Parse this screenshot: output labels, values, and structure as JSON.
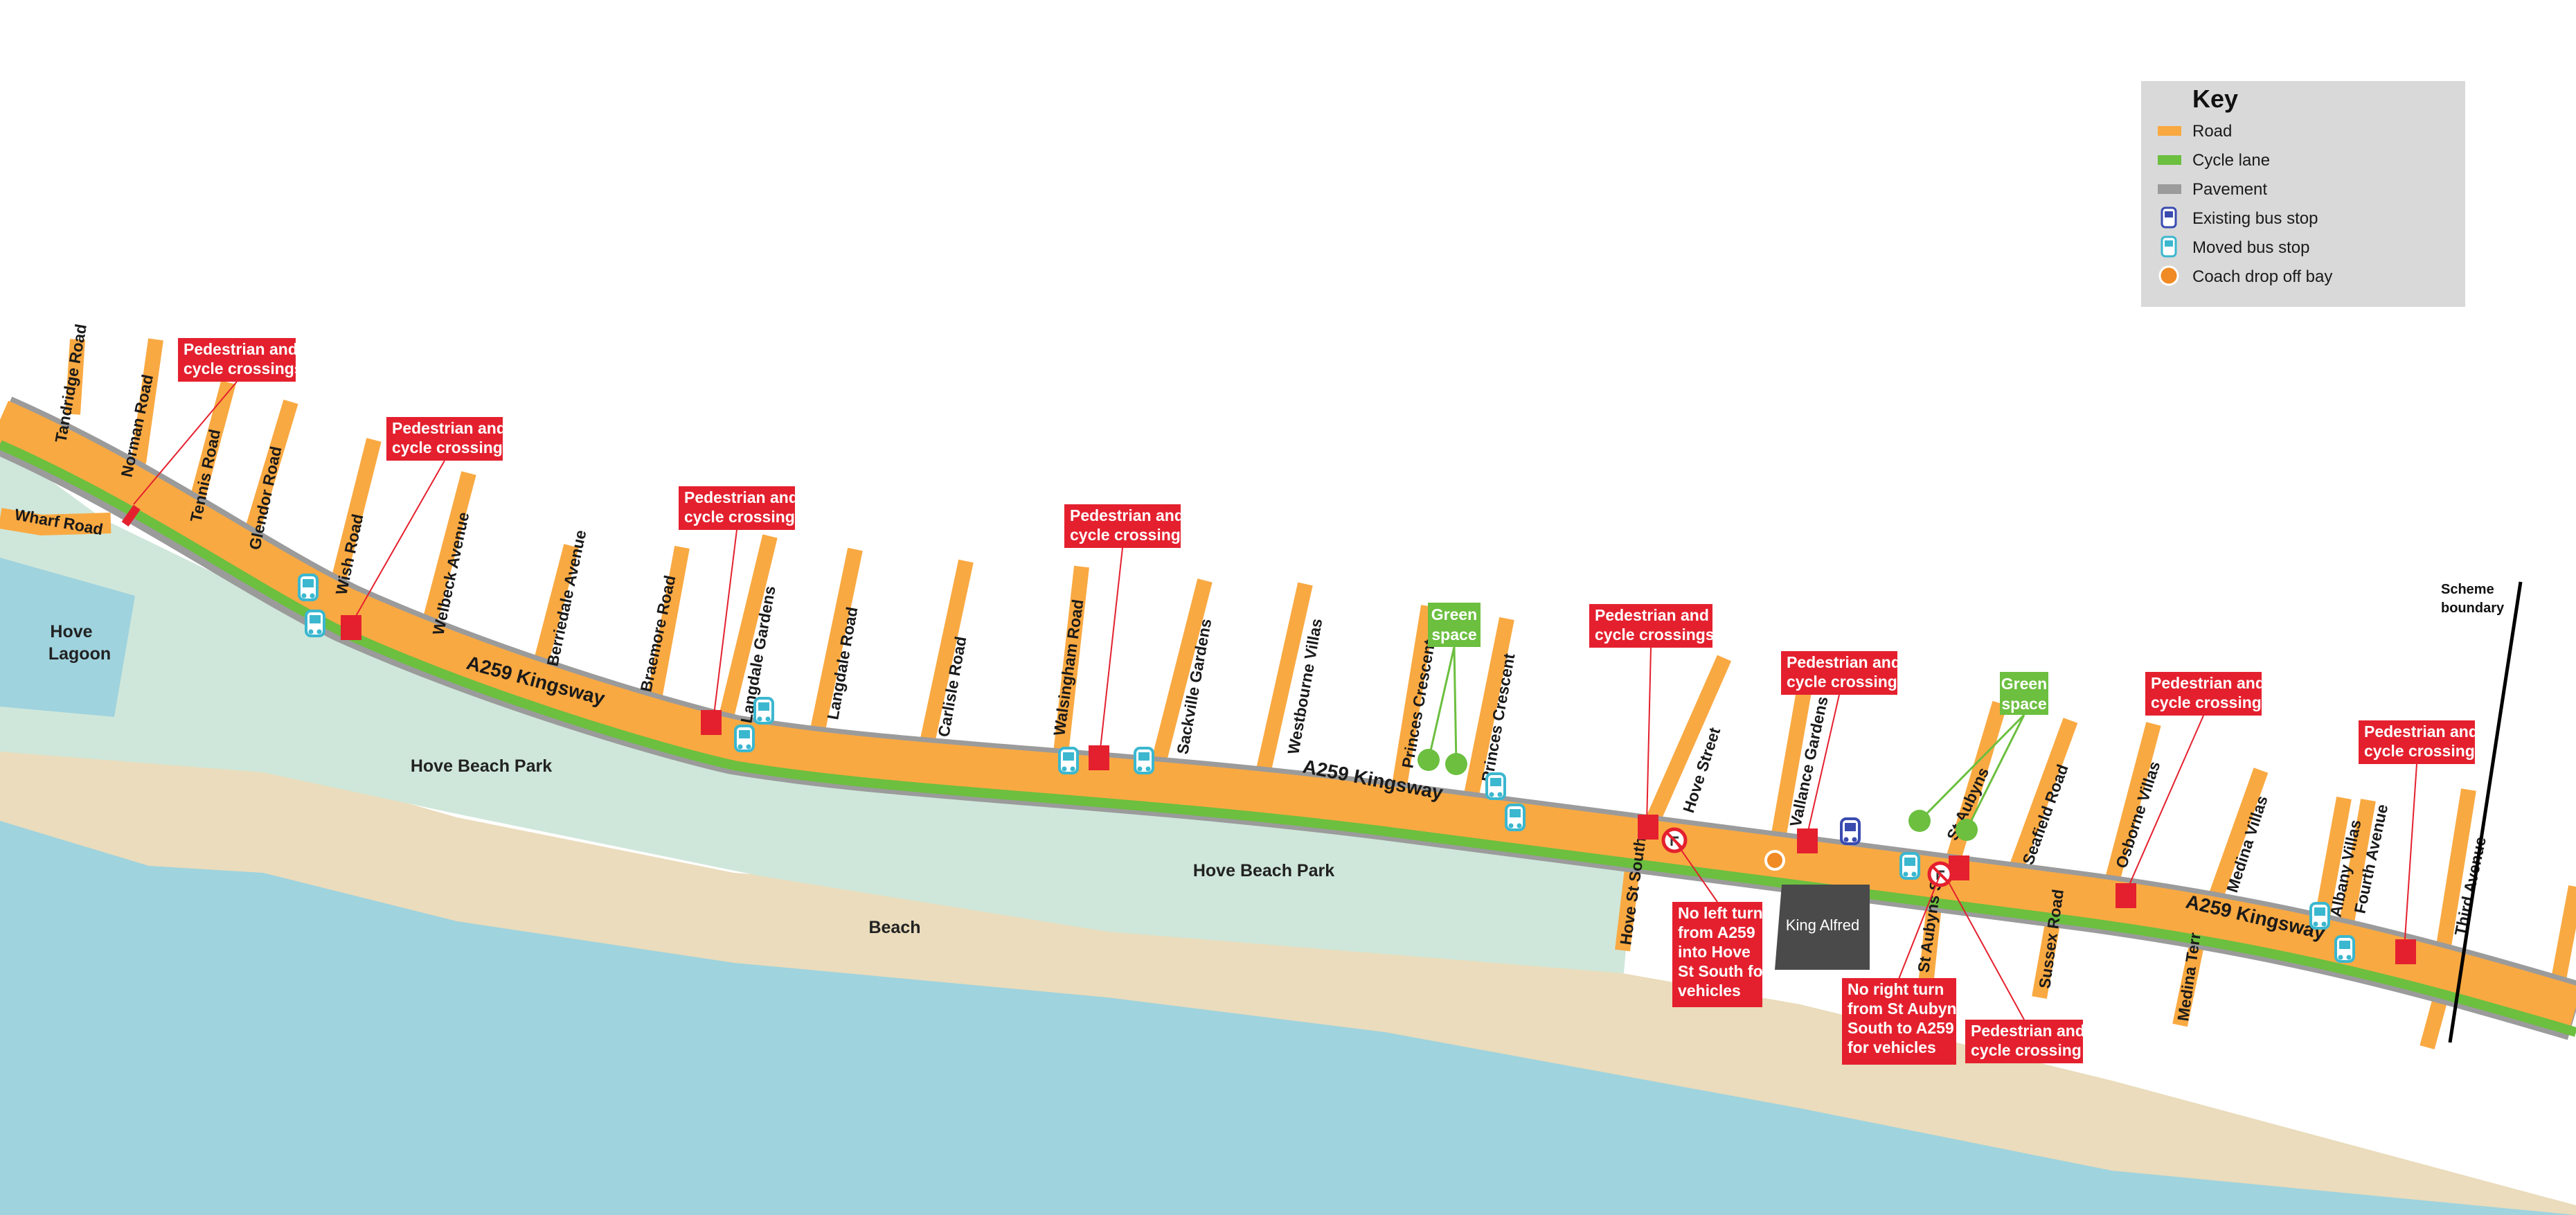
{
  "colors": {
    "road": "#f9a942",
    "cycle_lane": "#6cbf3f",
    "pavement": "#9b9b9b",
    "park": "#cfe7da",
    "beach": "#eadcbc",
    "sea": "#9fd3de",
    "callout": "#e4202e",
    "green_space": "#6cbf3f",
    "existing_bus_stop": "#3a4bb0",
    "moved_bus_stop": "#3bb7cf",
    "coach_bay": "#f08a24",
    "building": "#4a4a4a",
    "key_bg": "#d9d9d9"
  },
  "key": {
    "title": "Key",
    "items": [
      {
        "label": "Road",
        "symbol": "road"
      },
      {
        "label": "Cycle lane",
        "symbol": "cycle_lane"
      },
      {
        "label": "Pavement",
        "symbol": "pavement"
      },
      {
        "label": "Existing bus stop",
        "symbol": "existing_bus_stop"
      },
      {
        "label": "Moved bus stop",
        "symbol": "moved_bus_stop"
      },
      {
        "label": "Coach drop off bay",
        "symbol": "coach_bay"
      }
    ]
  },
  "areas": {
    "lagoon": [
      "Hove",
      "Lagoon"
    ],
    "park_west": "Hove Beach Park",
    "park_east": "Hove Beach Park",
    "beach": "Beach",
    "building": "King Alfred",
    "wharf_road": "Wharf Road",
    "boundary": [
      "Scheme",
      "boundary"
    ]
  },
  "main_road": {
    "labels": [
      "A259 Kingsway",
      "A259 Kingsway",
      "A259 Kingsway"
    ]
  },
  "side_roads": {
    "north": [
      "Tandridge Road",
      "Norman Road",
      "Tennis Road",
      "Glendor Road",
      "Wish Road",
      "Welbeck Avenue",
      "Berriedale Avenue",
      "Braemore Road",
      "Langdale Gardens",
      "Langdale Road",
      "Carlisle Road",
      "Walsingham Road",
      "Sackville Gardens",
      "Westbourne Villas",
      "Princes Crescent",
      "Princes Crescent",
      "Hove Street",
      "Vallance Gardens",
      "St Aubyns",
      "Seafield Road",
      "Osborne Villas",
      "Medina Villas",
      "Albany Villas",
      "Fourth Avenue",
      "Third Avenue"
    ],
    "south": [
      "Hove St South",
      "St Aubyns S",
      "Sussex Road",
      "Medina Terr"
    ]
  },
  "callouts": [
    {
      "lines": [
        "Pedestrian and",
        "cycle crossings"
      ]
    },
    {
      "lines": [
        "Pedestrian and",
        "cycle crossing"
      ]
    },
    {
      "lines": [
        "Pedestrian and",
        "cycle crossing"
      ]
    },
    {
      "lines": [
        "Pedestrian and",
        "cycle crossing"
      ]
    },
    {
      "lines": [
        "Pedestrian and",
        "cycle crossings"
      ]
    },
    {
      "lines": [
        "Pedestrian and",
        "cycle crossing"
      ]
    },
    {
      "lines": [
        "Pedestrian and",
        "cycle crossing"
      ]
    },
    {
      "lines": [
        "Pedestrian and",
        "cycle crossing"
      ]
    },
    {
      "lines": [
        "No left turn",
        "from A259",
        "into Hove",
        "St South for",
        "vehicles"
      ]
    },
    {
      "lines": [
        "No right turn",
        "from St Aubyns",
        "South to A259",
        "for vehicles"
      ]
    },
    {
      "lines": [
        "Pedestrian and",
        "cycle crossing"
      ]
    }
  ],
  "green_spaces": [
    {
      "lines": [
        "Green",
        "space"
      ]
    },
    {
      "lines": [
        "Green",
        "space"
      ]
    }
  ]
}
